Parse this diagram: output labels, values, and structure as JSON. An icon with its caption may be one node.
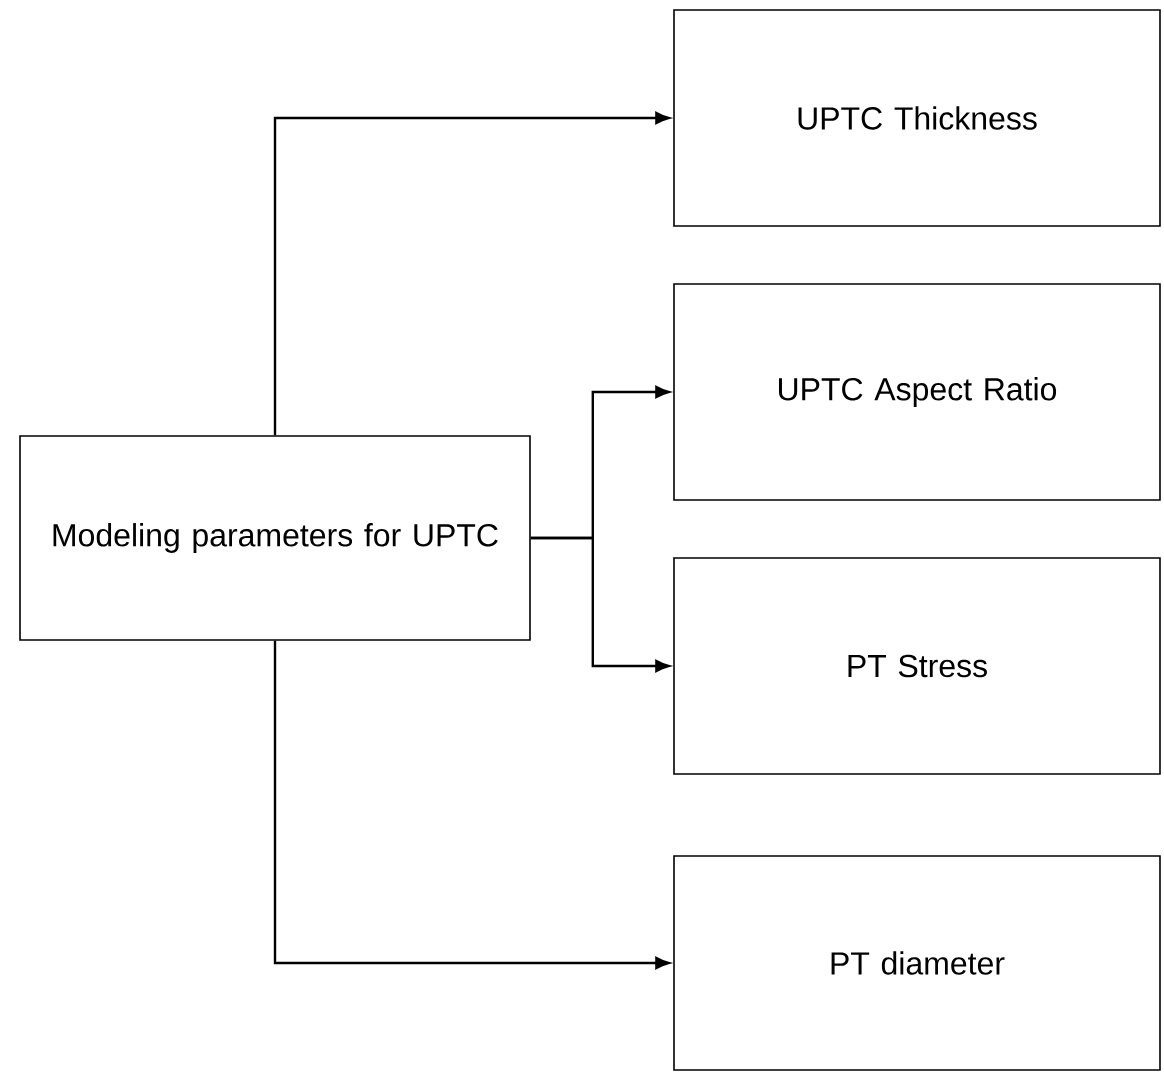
{
  "diagram": {
    "nodes": [
      {
        "text": [
          "Modeling parameters for UPTC"
        ]
      },
      {
        "text": [
          "UPTC Thickness"
        ]
      },
      {
        "text": [
          "UPTC Aspect Ratio"
        ]
      },
      {
        "text": [
          "PT Stress"
        ]
      },
      {
        "text": [
          "PT diameter"
        ]
      }
    ],
    "edges": [
      {
        "from": 0,
        "to": 1,
        "arrow": "to"
      },
      {
        "from": 0,
        "to": 2,
        "arrow": "to"
      },
      {
        "from": 0,
        "to": 3,
        "arrow": "to"
      },
      {
        "from": 0,
        "to": 4,
        "arrow": "to"
      }
    ]
  }
}
